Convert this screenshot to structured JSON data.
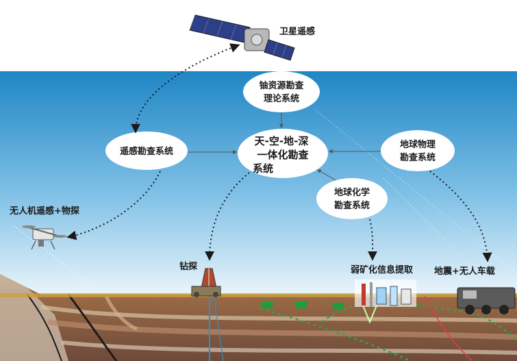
{
  "nodes": {
    "satellite_label": "卫星遥感",
    "uranium_theory": [
      "铀资源勘查",
      "理论系统"
    ],
    "integrated": [
      "天-空-地-深",
      "一体化勘查",
      "系统"
    ],
    "remote_sensing": "遥感勘查系统",
    "geophysics": [
      "地球物理",
      "勘查系统"
    ],
    "geochemistry": [
      "地球化学",
      "勘查系统"
    ],
    "drone_label": "无人机遥感+物探",
    "drilling_label": "钻探",
    "weak_mineral_label": "弱矿化信息提取",
    "seismic_label": "地震+无人车载"
  },
  "colors": {
    "sky_top": "#1f86c4",
    "sky_bottom": "#e9f4fb",
    "ellipse_fill": "#ffffff",
    "arrow": "#1a1a1a",
    "ground_brown": "#8a5a3a",
    "green_marker": "#1e9e3a",
    "water_blue": "#2a8fd4"
  }
}
